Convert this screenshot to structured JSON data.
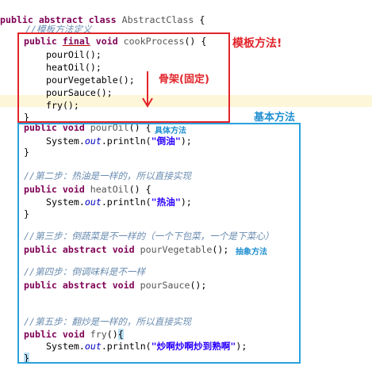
{
  "code": {
    "class_decl": {
      "kw1": "public",
      "kw2": "abstract",
      "kw3": "class",
      "name": "AbstractClass",
      "brace": " {"
    },
    "comment_template": "//模板方法定义",
    "cook": {
      "kw1": "public",
      "kw2": "final",
      "kw3": "void",
      "name": "cookProcess",
      "rest": "() {"
    },
    "cook_calls": [
      "pourOil();",
      "heatOil();",
      "pourVegetable();",
      "pourSauce();",
      "fry();"
    ],
    "close_brace": "}",
    "pour_oil": {
      "kw1": "public",
      "kw2": "void",
      "name": "pourOil",
      "rest": "() {"
    },
    "println_prefix": "System.",
    "out": "out",
    "println": ".println(",
    "println_end": ");",
    "str_pour_oil": "\"倒油\"",
    "comment_step2": "//第二步：热油是一样的，所以直接实现",
    "heat_oil": {
      "kw1": "public",
      "kw2": "void",
      "name": "heatOil",
      "rest": "() {"
    },
    "str_heat_oil": "\"热油\"",
    "comment_step3": "//第三步：倒蔬菜是不一样的（一个下包菜，一个是下菜心）",
    "pour_veg": {
      "kw1": "public",
      "kw2": "abstract",
      "kw3": "void",
      "name": "pourVegetable",
      "rest": "();"
    },
    "comment_step4": "//第四步：倒调味料是不一样",
    "pour_sauce": {
      "kw1": "public",
      "kw2": "abstract",
      "kw3": "void",
      "name": "pourSauce",
      "rest": "();"
    },
    "comment_step5": "//第五步：翻炒是一样的，所以直接实现",
    "fry": {
      "kw1": "public",
      "kw2": "void",
      "name": "fry",
      "rest": "()",
      "brace": "{"
    },
    "str_fry": "\"炒啊炒啊炒到熟啊\""
  },
  "annotations": {
    "template_method": "模板方法!",
    "skeleton": "骨架(固定)",
    "basic_method": "基本方法",
    "concrete_method": "具体方法",
    "abstract_method": "抽象方法"
  },
  "colors": {
    "red": "#e2242a",
    "blue": "#2aa1dc",
    "keyword": "#7f0055",
    "comment": "#6a8cb0",
    "string": "#2a00ff"
  }
}
